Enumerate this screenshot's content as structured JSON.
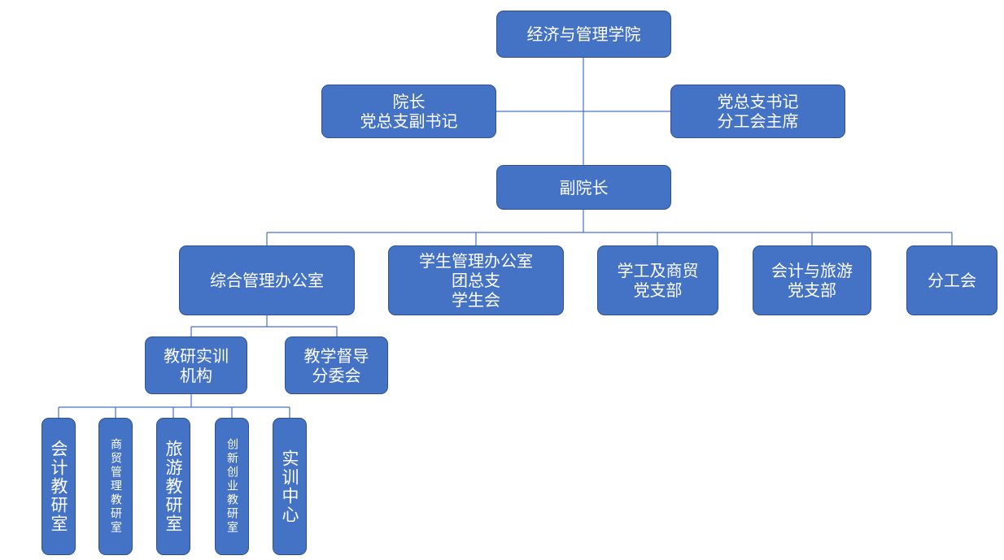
{
  "org_chart": {
    "root": "经济与管理学院",
    "dean": "院长\n党总支副书记",
    "party_secretary": "党总支书记\n分工会主席",
    "vice_dean": "副院长",
    "general_office": "综合管理办公室",
    "student_office": "学生管理办公室\n团总支\n学生会",
    "branch_student_commerce": "学工及商贸\n党支部",
    "branch_accounting_tourism": "会计与旅游\n党支部",
    "union": "分工会",
    "teaching_training": "教研实训\n机构",
    "supervision_committee": "教学督导\n分委会",
    "accounting_room": "会计教研室",
    "commerce_room": "商贸管理教研室",
    "tourism_room": "旅游教研室",
    "innovation_room": "创新创业教研室",
    "training_center": "实训中心"
  },
  "colors": {
    "box_fill": "#4472C4",
    "box_border": "#2F528F",
    "connector": "#4472C4",
    "text": "#FFFFFF"
  }
}
